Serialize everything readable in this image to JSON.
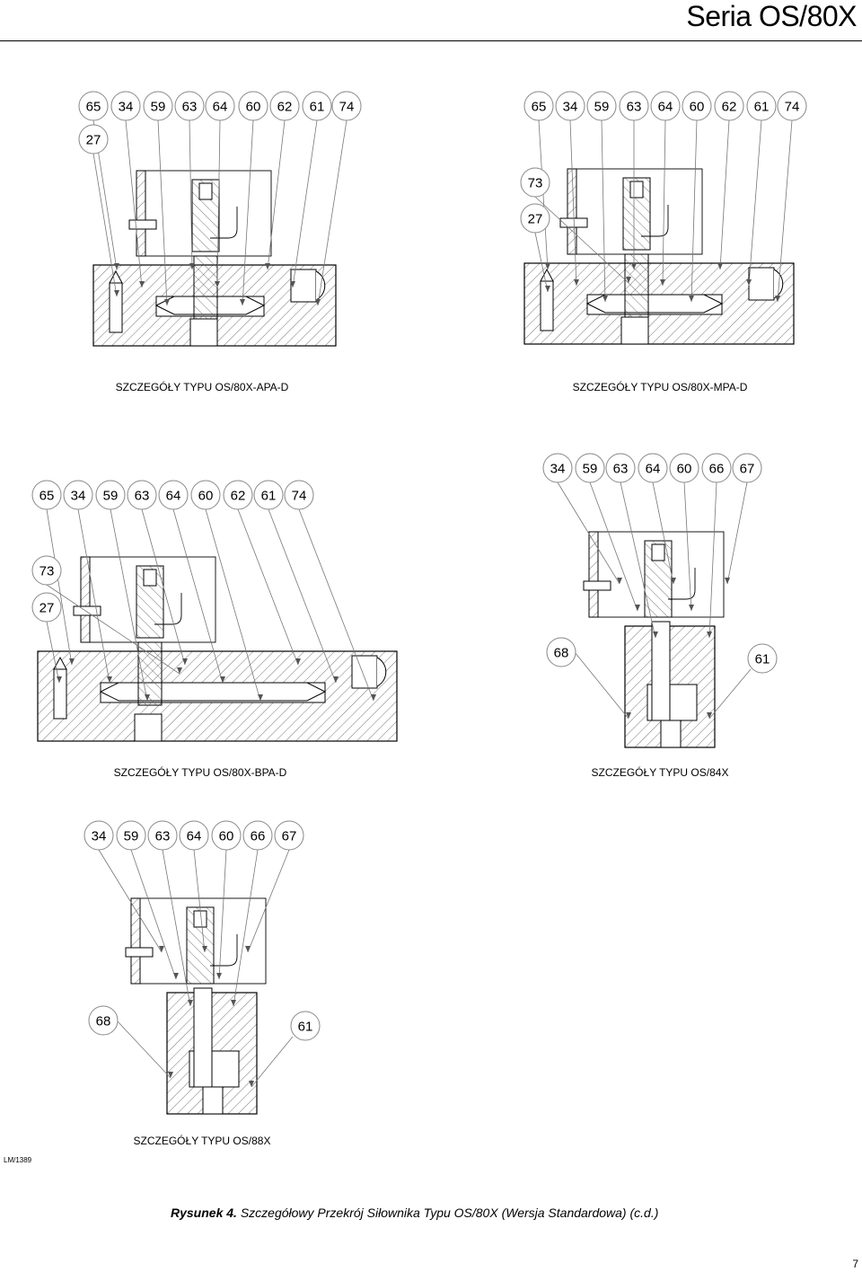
{
  "header": {
    "title": "Seria OS/80X"
  },
  "details": [
    {
      "id": "apa",
      "caption": "SZCZEGÓŁY TYPU OS/80X-APA-D",
      "row1": [
        "65",
        "34",
        "59",
        "63",
        "64",
        "60",
        "62",
        "61",
        "74"
      ],
      "extra": [
        "27"
      ],
      "side": []
    },
    {
      "id": "mpa",
      "caption": "SZCZEGÓŁY TYPU OS/80X-MPA-D",
      "row1": [
        "65",
        "34",
        "59",
        "63",
        "64",
        "60",
        "62",
        "61",
        "74"
      ],
      "extra": [
        "73",
        "27"
      ],
      "side": []
    },
    {
      "id": "bpa",
      "caption": "SZCZEGÓŁY TYPU OS/80X-BPA-D",
      "row1": [
        "65",
        "34",
        "59",
        "63",
        "64",
        "60",
        "62",
        "61",
        "74"
      ],
      "extra": [
        "73",
        "27"
      ],
      "side": []
    },
    {
      "id": "os84",
      "caption": "SZCZEGÓŁY TYPU OS/84X",
      "row1": [
        "34",
        "59",
        "63",
        "64",
        "60",
        "66",
        "67"
      ],
      "extra": [],
      "side": [
        "68",
        "61"
      ]
    },
    {
      "id": "os88",
      "caption": "SZCZEGÓŁY TYPU OS/88X",
      "row1": [
        "34",
        "59",
        "63",
        "64",
        "60",
        "66",
        "67"
      ],
      "extra": [],
      "side": [
        "68",
        "61"
      ]
    }
  ],
  "ref_code": "LM/1389",
  "figure_caption": {
    "label": "Rysunek 4.",
    "text": "Szczegółowy Przekrój Siłownika Typu OS/80X (Wersja Standardowa) (c.d.)"
  },
  "page_number": "7"
}
